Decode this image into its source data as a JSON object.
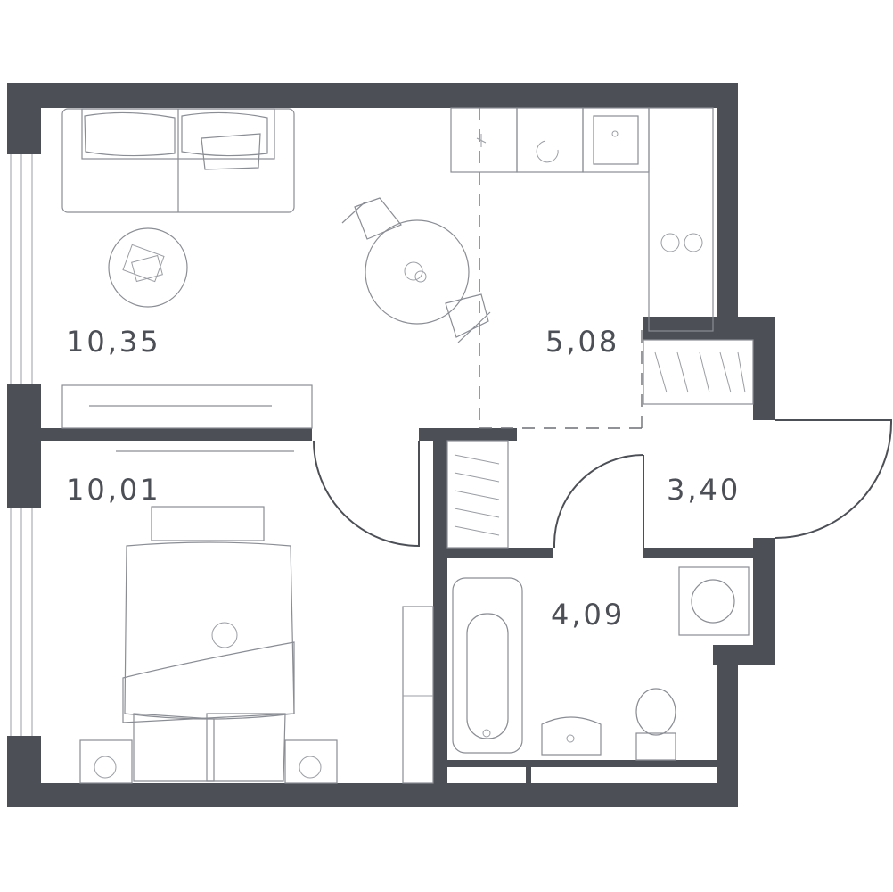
{
  "rooms": [
    {
      "id": "living",
      "area": "10,35"
    },
    {
      "id": "kitchen",
      "area": "5,08"
    },
    {
      "id": "bedroom",
      "area": "10,01"
    },
    {
      "id": "hall",
      "area": "3,40"
    },
    {
      "id": "bathroom",
      "area": "4,09"
    }
  ],
  "colors": {
    "wall": "#4d4f57",
    "furniture_line": "#8a8d94",
    "background": "#ffffff"
  }
}
